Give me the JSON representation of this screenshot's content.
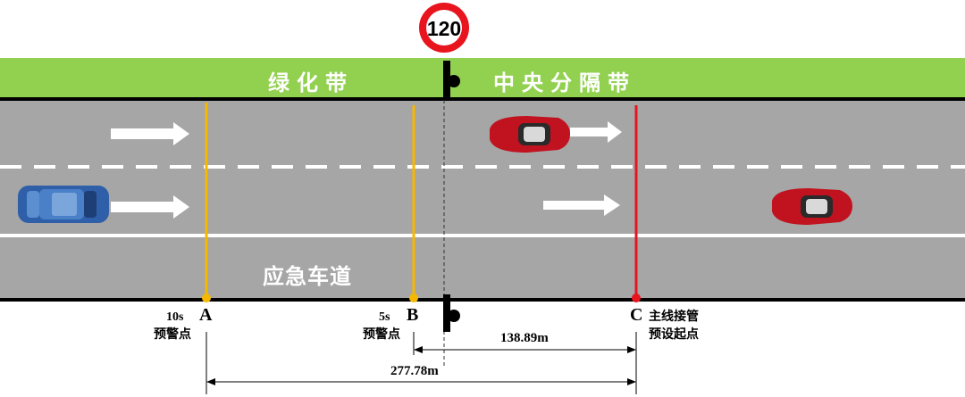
{
  "speed_sign": {
    "value": "120"
  },
  "median": {
    "left_label": "绿化带",
    "right_label": "中央分隔带"
  },
  "road": {
    "shoulder_label": "应急车道"
  },
  "points": {
    "A": {
      "letter": "A",
      "time": "10s",
      "desc": "预警点",
      "color": "#F5B800"
    },
    "B": {
      "letter": "B",
      "time": "5s",
      "desc": "预警点",
      "color": "#F5B800"
    },
    "C": {
      "letter": "C",
      "desc_line1": "主线接管",
      "desc_line2": "预设起点",
      "color": "#E8141E"
    }
  },
  "distances": {
    "BC": "138.89m",
    "AC": "277.78m"
  },
  "colors": {
    "median_green": "#92D050",
    "road_gray": "#A6A6A6"
  }
}
